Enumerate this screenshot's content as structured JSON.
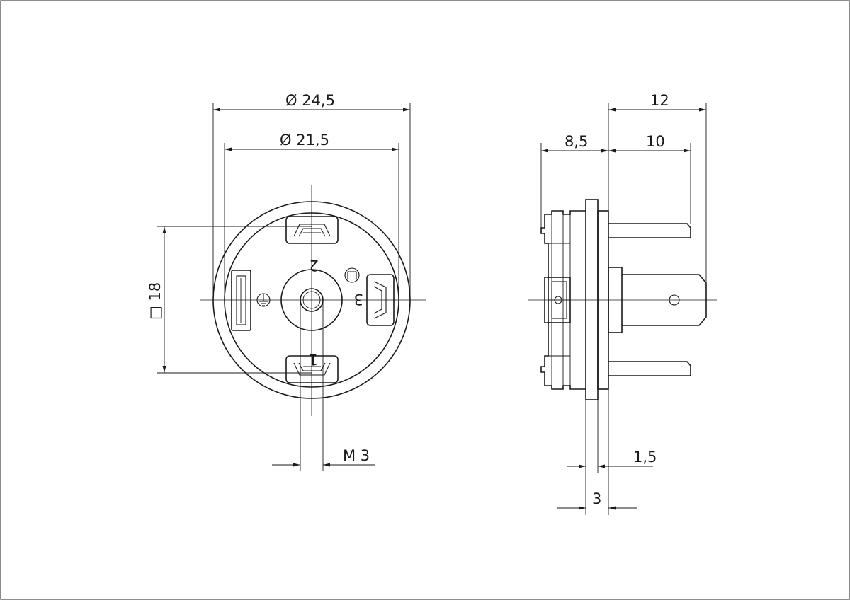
{
  "front_view": {
    "outer_diameter_label": "Ø 24,5",
    "inner_diameter_label": "Ø 21,5",
    "square_label": "□ 18",
    "thread_label": "M 3",
    "pin_labels": {
      "pin1": "1",
      "pin2": "2",
      "pin3": "3"
    }
  },
  "side_view": {
    "total_length_label": "12",
    "pin_length_label": "10",
    "body_length_label": "8,5",
    "flange_label": "1,5",
    "collar_label": "3"
  }
}
